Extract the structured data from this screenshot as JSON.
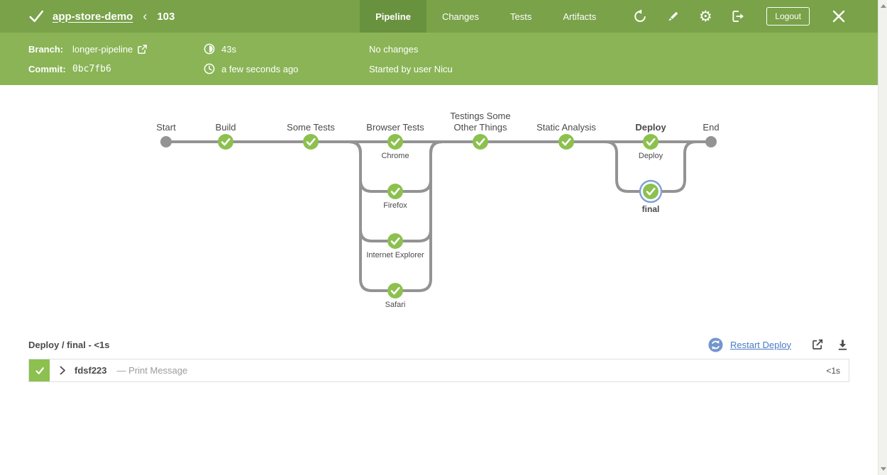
{
  "header": {
    "title": "app-store-demo",
    "run_separator": "‹",
    "run_number": "103",
    "tabs": [
      {
        "label": "Pipeline",
        "active": true
      },
      {
        "label": "Changes",
        "active": false
      },
      {
        "label": "Tests",
        "active": false
      },
      {
        "label": "Artifacts",
        "active": false
      }
    ],
    "logout_label": "Logout"
  },
  "run_info": {
    "branch_label": "Branch:",
    "branch_value": "longer-pipeline",
    "commit_label": "Commit:",
    "commit_value": "0bc7fb6",
    "duration": "43s",
    "time_ago": "a few seconds ago",
    "changes": "No changes",
    "started_by": "Started by user Nicu"
  },
  "graph": {
    "stage_labels": [
      "Start",
      "Build",
      "Some Tests",
      "Browser Tests",
      "Testings Some Other Things",
      "Static Analysis",
      "Deploy",
      "End"
    ],
    "browser_branches": [
      "Chrome",
      "Firefox",
      "Internet Explorer",
      "Safari"
    ],
    "deploy_branches": [
      "Deploy",
      "final"
    ],
    "selected_node": "final"
  },
  "detail": {
    "title": "Deploy / final - <1s",
    "restart_label": "Restart Deploy",
    "steps": [
      {
        "id": "fdsf223",
        "desc": "— Print Message",
        "duration": "<1s",
        "status": "success"
      }
    ]
  },
  "icons": {
    "gear": "⚙"
  },
  "colors": {
    "topbar_green": "#79A249",
    "active_tab_green": "#69923F",
    "subbar_green": "#8AB456",
    "node_success_green": "#8CC04F",
    "line_gray": "#949393",
    "selected_ring_blue": "#7E9FD4",
    "link_blue": "#4A7BC4",
    "restart_circle_blue": "#7495CE"
  }
}
